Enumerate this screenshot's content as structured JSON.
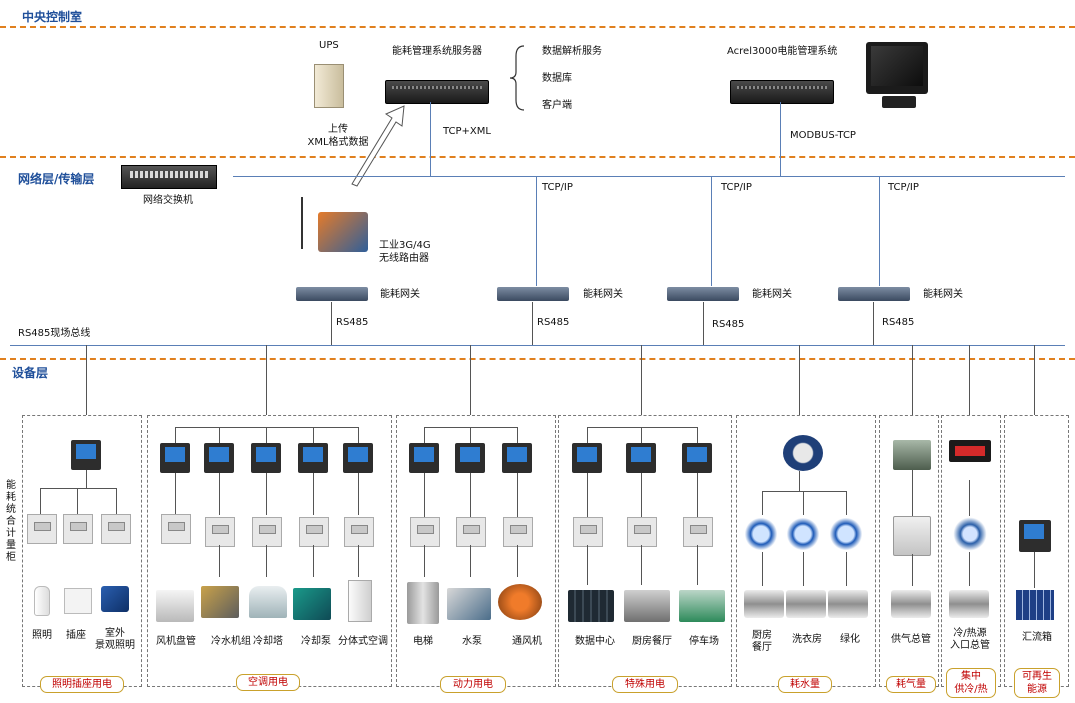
{
  "layers": {
    "center": "中央控制室",
    "network": "网络层/传输层",
    "device": "设备层"
  },
  "center": {
    "ups": "UPS",
    "server_title": "能耗管理系统服务器",
    "services": [
      "数据解析服务",
      "数据库",
      "客户端"
    ],
    "upload": [
      "上传",
      "XML格式数据"
    ],
    "tcp_xml": "TCP+XML",
    "acrel_title": "Acrel3000电能管理系统",
    "modbus": "MODBUS-TCP"
  },
  "network": {
    "switch": "网络交换机",
    "router": [
      "工业3G/4G",
      "无线路由器"
    ],
    "tcpip": "TCP/IP",
    "gateway": "能耗网关",
    "rs485": "RS485",
    "bus": "RS485现场总线"
  },
  "side_label": "能耗统合计量柜",
  "groups": [
    {
      "category": "照明插座用电",
      "items": [
        "照明",
        "插座",
        "室外\n景观照明"
      ]
    },
    {
      "category": "空调用电",
      "items": [
        "风机盘管",
        "冷水机组",
        "冷却塔",
        "冷却泵",
        "分体式空调"
      ]
    },
    {
      "category": "动力用电",
      "items": [
        "电梯",
        "水泵",
        "通风机"
      ]
    },
    {
      "category": "特殊用电",
      "items": [
        "数据中心",
        "厨房餐厅",
        "停车场"
      ]
    },
    {
      "category": "耗水量",
      "items": [
        "厨房\n餐厅",
        "洗衣房",
        "绿化"
      ]
    },
    {
      "category": "耗气量",
      "items": [
        "供气总管"
      ]
    },
    {
      "category": "集中\n供冷/热",
      "items": [
        "冷/热源\n入口总管"
      ]
    },
    {
      "category": "可再生\n能源",
      "items": [
        "汇流箱"
      ]
    }
  ],
  "colors": {
    "dash": "#e0801f",
    "layer_text": "#1f4f9a",
    "category_text": "#c00000",
    "bus_line": "#5a7fb6"
  }
}
